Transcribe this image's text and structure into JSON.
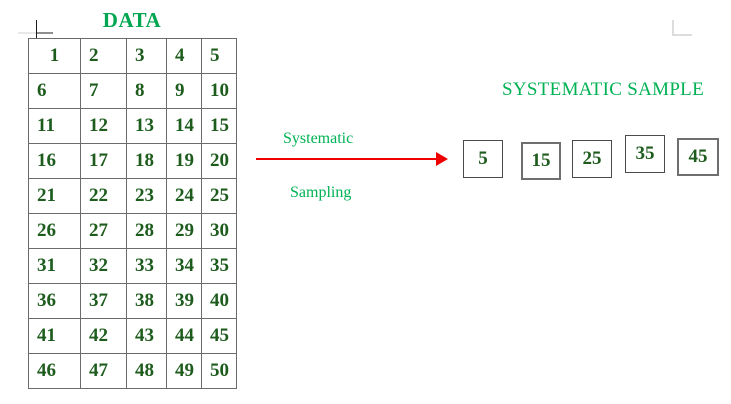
{
  "colors": {
    "title_green": "#00a651",
    "label_green": "#00b254",
    "number_green": "#1d5c1d",
    "arrow_red": "#ee0000",
    "table_border": "#6b6b6b",
    "box_border": "#4a4a4a",
    "crop_mark": "#dcdcdc",
    "background": "#ffffff"
  },
  "data_panel": {
    "title": "DATA",
    "rows": [
      [
        "1",
        "2",
        "3",
        "4",
        "5"
      ],
      [
        "6",
        "7",
        "8",
        "9",
        "10"
      ],
      [
        "11",
        "12",
        "13",
        "14",
        "15"
      ],
      [
        "16",
        "17",
        "18",
        "19",
        "20"
      ],
      [
        "21",
        "22",
        "23",
        "24",
        "25"
      ],
      [
        "26",
        "27",
        "28",
        "29",
        "30"
      ],
      [
        "31",
        "32",
        "33",
        "34",
        "35"
      ],
      [
        "36",
        "37",
        "38",
        "39",
        "40"
      ],
      [
        "41",
        "42",
        "43",
        "44",
        "45"
      ],
      [
        "46",
        "47",
        "48",
        "49",
        "50"
      ]
    ]
  },
  "process": {
    "label_top": "Systematic",
    "label_bottom": "Sampling",
    "arrow_icon": "arrow-right-icon"
  },
  "sample_panel": {
    "title": "SYSTEMATIC SAMPLE",
    "values": [
      "5",
      "15",
      "25",
      "35",
      "45"
    ]
  },
  "marks": {
    "top_left": "crop-mark-icon",
    "top_right": "crop-mark-icon"
  }
}
